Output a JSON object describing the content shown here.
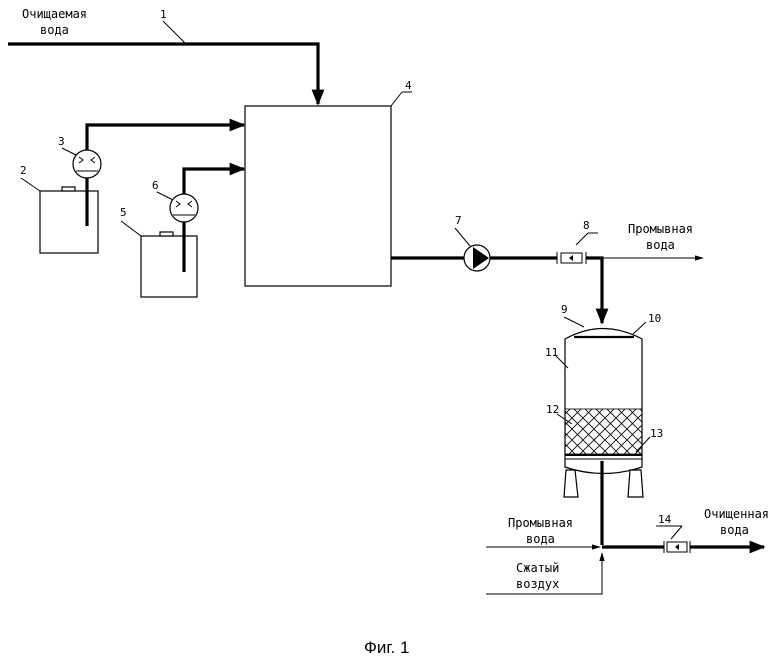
{
  "labels": {
    "feed_water": [
      "Очищаемая",
      "вода"
    ],
    "wash_water_out": [
      "Промывная",
      "вода"
    ],
    "wash_water_in": [
      "Промывная",
      "вода"
    ],
    "compressed_air": [
      "Сжатый",
      "воздух"
    ],
    "treated_water": [
      "Очищенная",
      "вода"
    ]
  },
  "numbers": [
    "1",
    "2",
    "3",
    "4",
    "5",
    "6",
    "7",
    "8",
    "9",
    "10",
    "11",
    "12",
    "13",
    "14"
  ],
  "caption": "Фиг. 1"
}
